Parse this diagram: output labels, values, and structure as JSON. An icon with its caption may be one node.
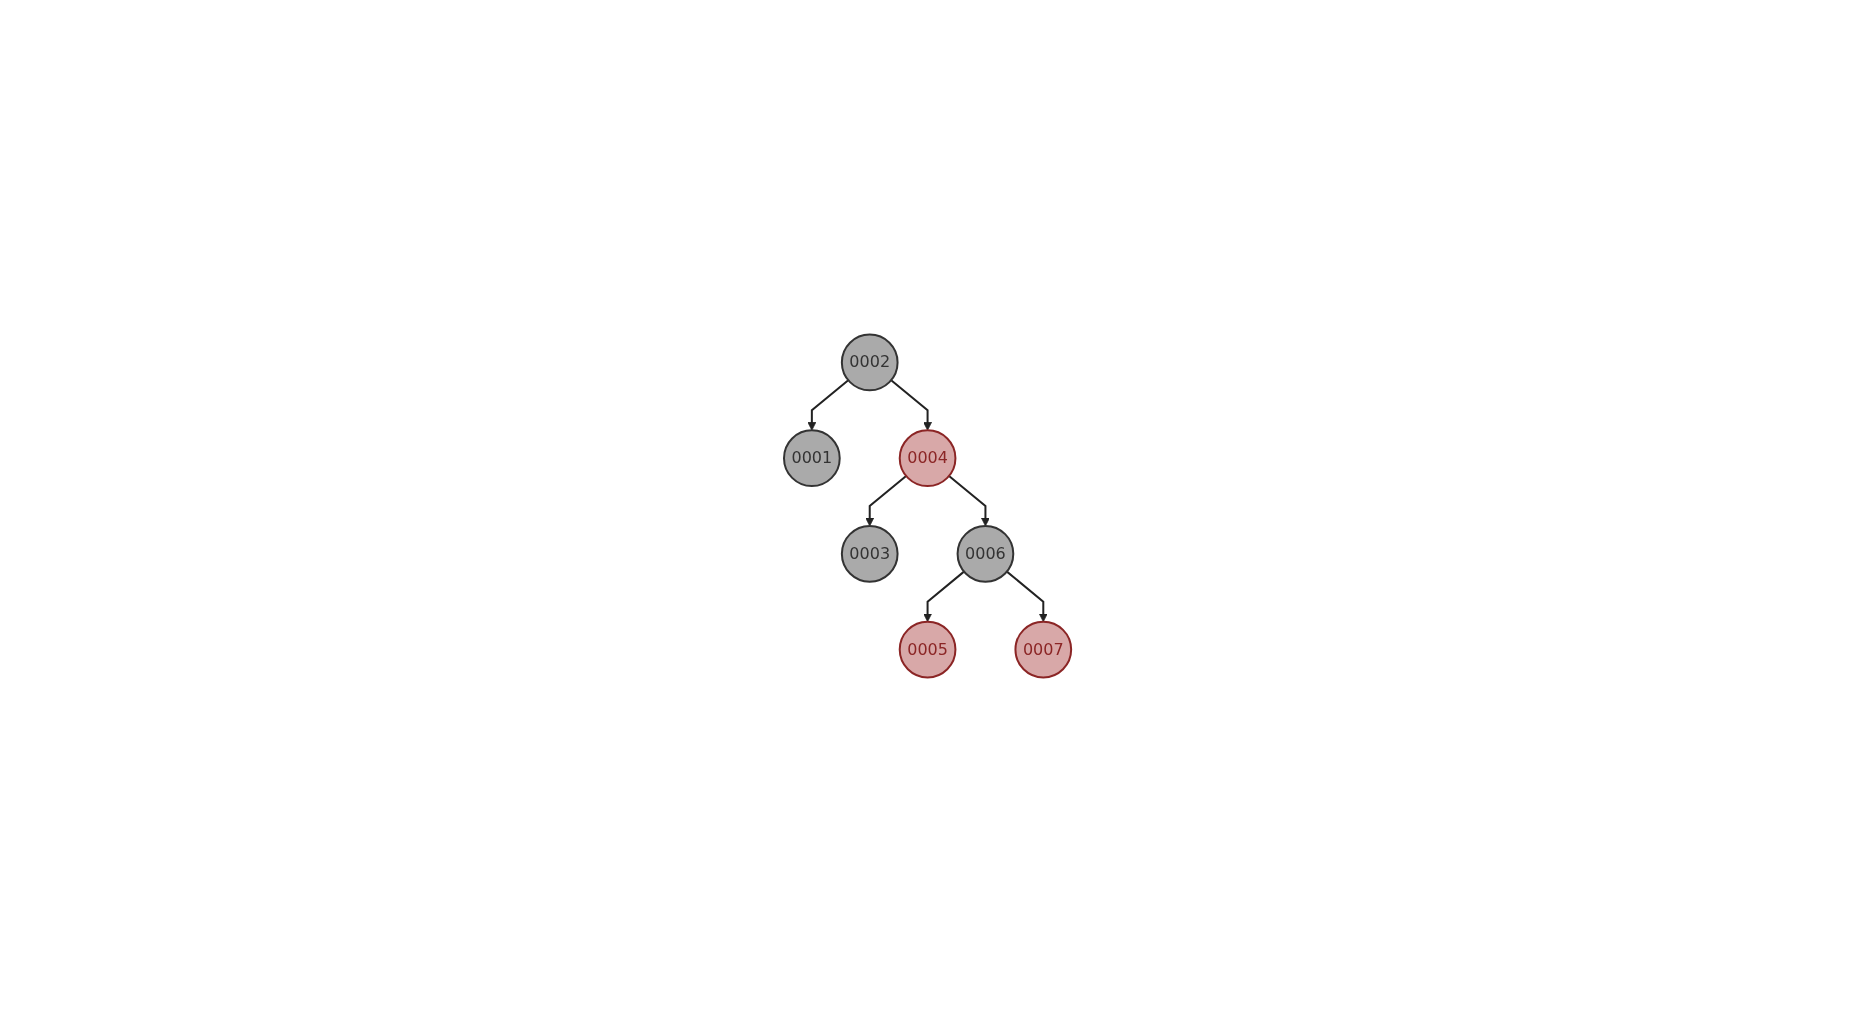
{
  "diagram": {
    "nodes": [
      {
        "text": [
          "0002"
        ]
      },
      {
        "text": [
          "0001"
        ]
      },
      {
        "text": [
          "0004"
        ]
      },
      {
        "text": [
          "0003"
        ]
      },
      {
        "text": [
          "0006"
        ]
      },
      {
        "text": [
          "0005"
        ]
      },
      {
        "text": [
          "0007"
        ]
      }
    ],
    "edges": [
      {
        "from": 0,
        "to": 1,
        "arrow": "to"
      },
      {
        "from": 0,
        "to": 2,
        "arrow": "to"
      },
      {
        "from": 2,
        "to": 3,
        "arrow": "to"
      },
      {
        "from": 2,
        "to": 4,
        "arrow": "to"
      },
      {
        "from": 4,
        "to": 5,
        "arrow": "to"
      },
      {
        "from": 4,
        "to": 6,
        "arrow": "to"
      }
    ]
  }
}
